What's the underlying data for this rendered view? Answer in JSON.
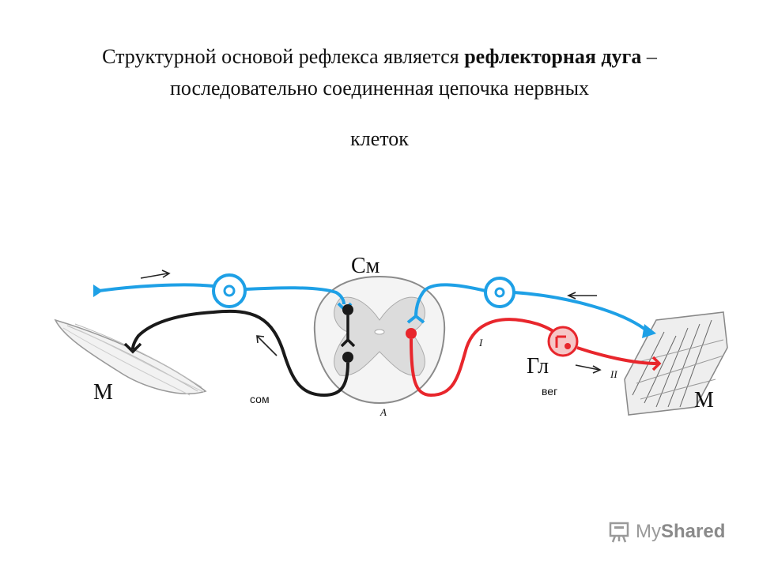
{
  "title": {
    "part1": "Структурной основой рефлекса является ",
    "bold": "рефлекторная дуга",
    "part2": " – последовательно соединенная цепочка нервных",
    "line3": "клеток"
  },
  "diagram": {
    "labels": {
      "sm": "См",
      "m_left": "М",
      "m_right": "М",
      "som": "сом",
      "veg": "вег",
      "gl": "Гл",
      "a": "А",
      "i": "I",
      "ii": "II"
    },
    "colors": {
      "afferent": "#1ea0e6",
      "somatic_efferent": "#1a1a1a",
      "autonomic_efferent": "#e8262c",
      "spinal_cord": "#9a9a9a"
    }
  },
  "logo": {
    "my": "My",
    "shared": "Shared"
  }
}
